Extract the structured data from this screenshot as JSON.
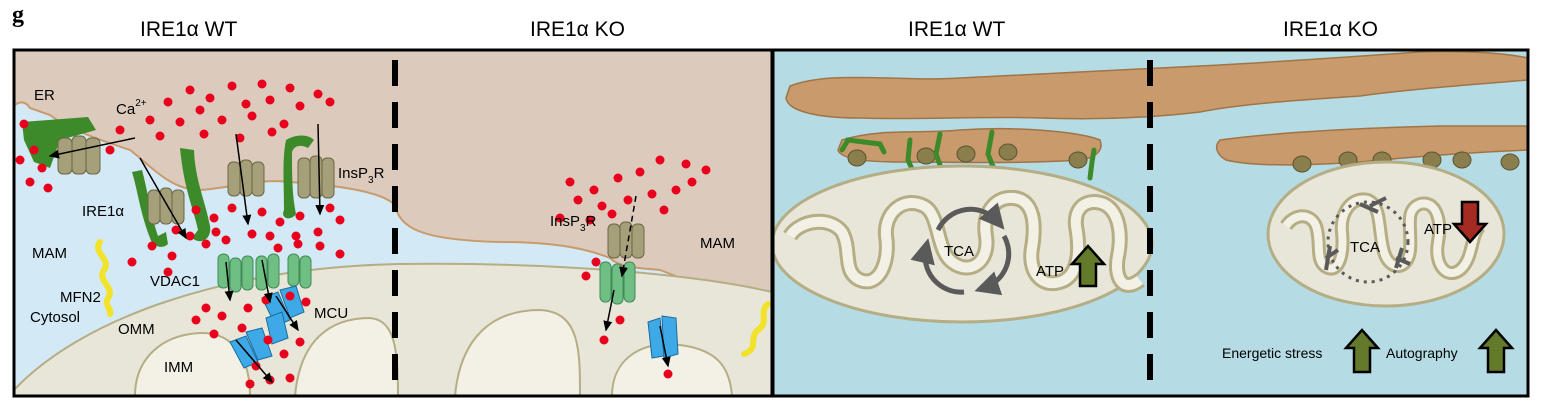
{
  "panel_letter": "g",
  "titles": {
    "left_wt": "IRE1α WT",
    "left_ko": "IRE1α KO",
    "right_wt": "IRE1α WT",
    "right_ko": "IRE1α KO"
  },
  "left_panel": {
    "er": "ER",
    "ca": "Ca",
    "ca_sup": "2+",
    "insp3r_wt": "InsP",
    "insp3r_sub": "3",
    "insp3r_r": "R",
    "ire1a": "IRE1α",
    "mam_left": "MAM",
    "mfn2": "MFN2",
    "cytosol": "Cytosol",
    "vdac1": "VDAC1",
    "omm": "OMM",
    "mcu": "MCU",
    "imm": "IMM",
    "insp3r_ko": "InsP",
    "mam_right": "MAM"
  },
  "right_panel": {
    "tca_wt": "TCA",
    "atp_wt": "ATP",
    "tca_ko": "TCA",
    "atp_ko": "ATP",
    "energetic_stress": "Energetic stress",
    "autography": "Autography"
  },
  "colors": {
    "er": "#dccbbd",
    "cytosol": "#d4e9f6",
    "mito": "#e8e6d8",
    "mito_outline": "#b5ad84",
    "right_bg": "#b5dce4",
    "er_tube": "#c99a6c",
    "ca": "#e8001c",
    "ire1": "#3d8a2a",
    "insp3r": "#a59f7a",
    "vdac": "#6fbf85",
    "mcu": "#3da9e6",
    "mfn2": "#f2e32a",
    "up_arrow": "#637a2b",
    "down_arrow": "#a52a22"
  }
}
